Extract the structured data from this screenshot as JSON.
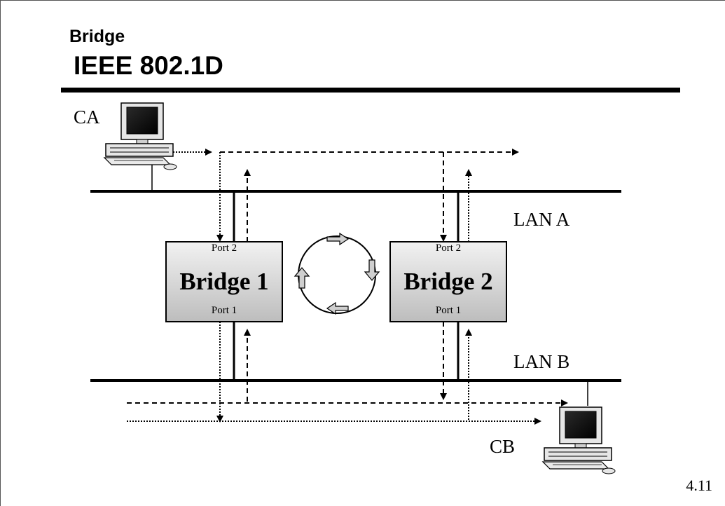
{
  "title": {
    "line1": "Bridge",
    "line2": "IEEE 802.1D"
  },
  "lans": {
    "a": "LAN A",
    "b": "LAN B"
  },
  "stations": {
    "ca": "CA",
    "cb": "CB"
  },
  "bridges": [
    {
      "label": "Bridge 1",
      "port_top": "Port 2",
      "port_bottom": "Port 1"
    },
    {
      "label": "Bridge 2",
      "port_top": "Port 2",
      "port_bottom": "Port 1"
    }
  ],
  "page_number": "4.11"
}
